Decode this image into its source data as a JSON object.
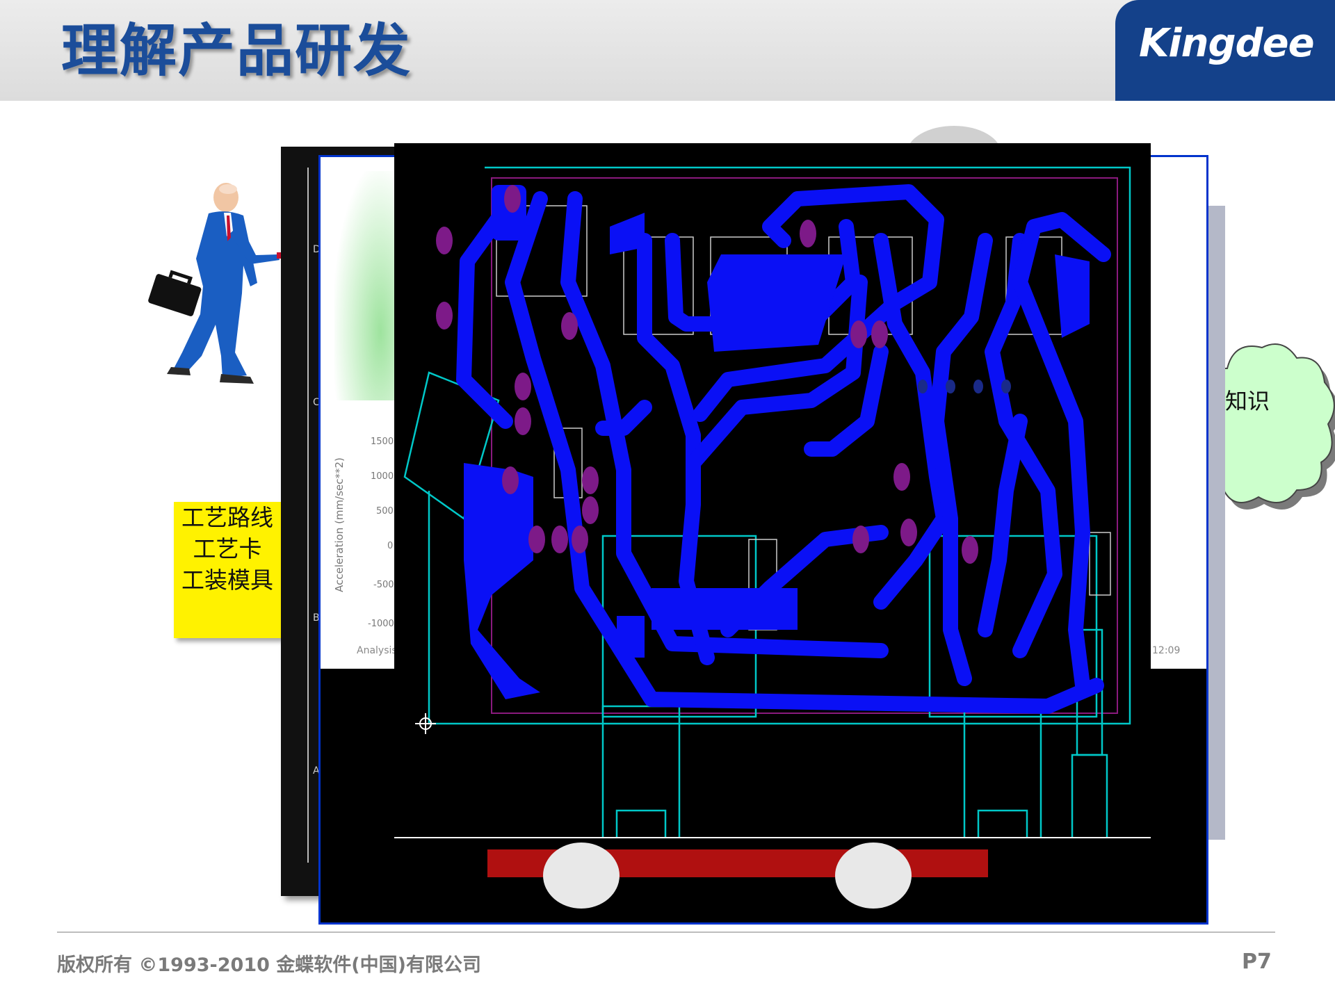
{
  "slide": {
    "title": "理解产品研发",
    "logo_text": "Kingdee",
    "copyright": "版权所有 ©1993-2010 金蝶软件(中国)有限公司",
    "page_number": "P7"
  },
  "sticky_note": {
    "lines": [
      "工艺路线",
      "工艺卡",
      "工装模具"
    ],
    "color": "#fff200"
  },
  "cloud": {
    "text": "知识",
    "color": "#ccffcc"
  },
  "pcb": {
    "background": "#000000",
    "trace_color": "#0a10f5",
    "pad_color": "#7d1a88",
    "outline_color": "#00c8c8"
  },
  "background_chart": {
    "y_axis_label": "Acceleration (mm/sec**2)",
    "y_ticks": [
      "1500",
      "1000",
      "500",
      "0",
      "-500",
      "-1000"
    ],
    "footer_left": "Analysis",
    "footer_right": "12:09"
  },
  "background_panel": {
    "side_labels": [
      "D",
      "C",
      "B",
      "A"
    ]
  },
  "colors": {
    "title": "#1b4d9a",
    "logo_bg": "#14418a",
    "frame_border": "#0033cc"
  }
}
